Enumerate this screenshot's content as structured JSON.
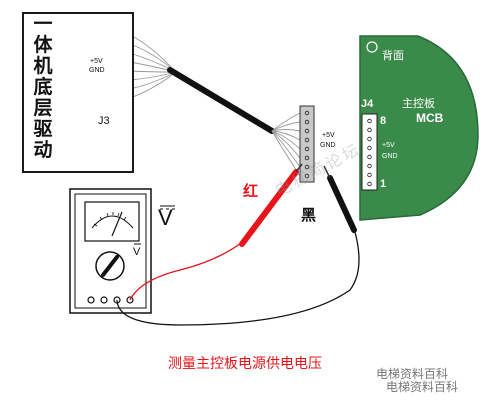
{
  "drive_board": {
    "title": "一体机底层驱动",
    "connector": "J3",
    "pin_5v": "+5V",
    "pin_gnd": "GND"
  },
  "mid_connector": {
    "pin_5v": "+5V",
    "pin_gnd": "GND"
  },
  "mcb": {
    "back_label": "背面",
    "name": "主控板",
    "code": "MCB",
    "connector": "J4",
    "pin_top": "8",
    "pin_bottom": "1",
    "pin_5v": "+5V",
    "pin_gnd": "GND",
    "color": "#3a8a4a"
  },
  "meter": {
    "v_label": "V",
    "v_small": "V"
  },
  "probes": {
    "red": "红",
    "black": "黑"
  },
  "caption": "测量主控板电源供电电压",
  "watermark": "电梯简论坛",
  "brand_line1": "电梯资料百科",
  "brand_line2": "电梯资料百科",
  "colors": {
    "red_wire": "#e8141a",
    "black_wire": "#111111",
    "board_green": "#3a8a4a"
  }
}
